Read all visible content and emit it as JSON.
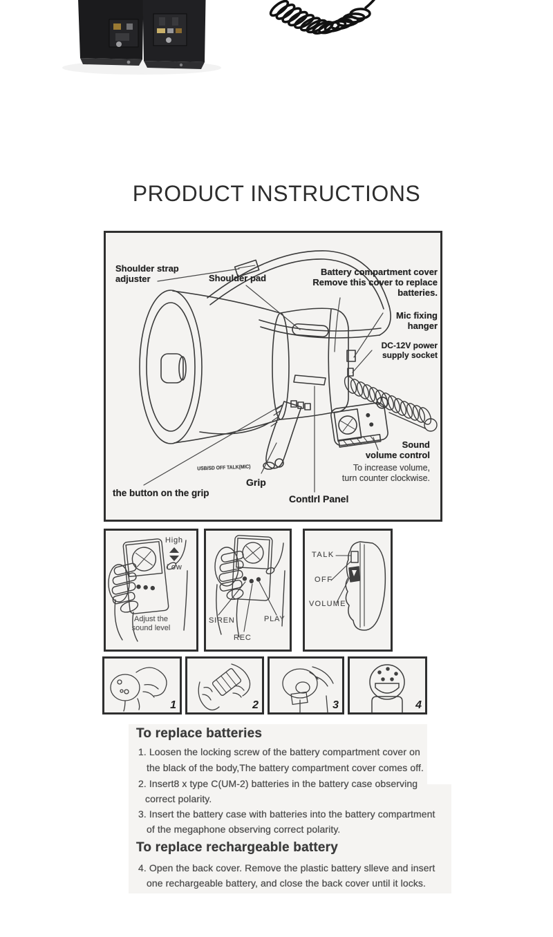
{
  "page": {
    "heading": "PRODUCT INSTRUCTIONS"
  },
  "colors": {
    "page_bg": "#ffffff",
    "scan_bg": "#f4f3f1",
    "panel_border": "#2f2f2f",
    "ink": "#3a3a3a",
    "label_text": "#242424",
    "body_text": "#4a4a4a",
    "photo_black": "#1b1b1d"
  },
  "photo": {
    "items": [
      "battery-pack-left",
      "battery-pack-right",
      "coiled-cord"
    ]
  },
  "diagram": {
    "labels": {
      "shoulder_strap_adjuster": "Shoulder strap\nadjuster",
      "shoulder_pad": "Shoulder pad",
      "battery_cover": "Battery compartment cover\nRemove this cover to replace\nbatteries.",
      "mic_hanger": "Mic fixing\nhanger",
      "dc_power": "DC-12V power\nsupply socket",
      "sound_volume": "Sound\nvolume control",
      "sound_volume_note": "To increase volume,\nturn counter clockwise.",
      "grip_switch": "USB/SD OFF TALK(MIC)",
      "grip": "Grip",
      "button_on_grip": "the button on the grip",
      "control_panel": "Contlrl Panel"
    }
  },
  "panels": {
    "adjust": {
      "high": "High",
      "low": "Low",
      "caption": "Adjust the\nsound level"
    },
    "buttons": {
      "siren": "SIREN",
      "rec": "REC",
      "play": "PLAY"
    },
    "switch": {
      "talk": "TALK",
      "off": "OFF",
      "volume": "VOLUME"
    }
  },
  "steps": {
    "numbers": [
      "1",
      "2",
      "3",
      "4"
    ]
  },
  "instructions": {
    "sections": [
      {
        "heading": "To replace batteries",
        "lines": [
          "1. Loosen the locking screw of the  battery compartment cover on",
          "the black of the body,The battery compartment cover comes off.",
          "2. Insert8 x type C(UM-2) batteries in the battery case observing",
          "correct  polarity.",
          "3. Insert the battery case with batteries into the battery compartment",
          "of the megaphone observing correct polarity."
        ]
      },
      {
        "heading": "To replace rechargeable battery",
        "lines": [
          "4. Open the back cover. Remove the plastic battery slleve and insert",
          "one rechargeable battery, and close the back cover until it locks."
        ]
      }
    ]
  }
}
